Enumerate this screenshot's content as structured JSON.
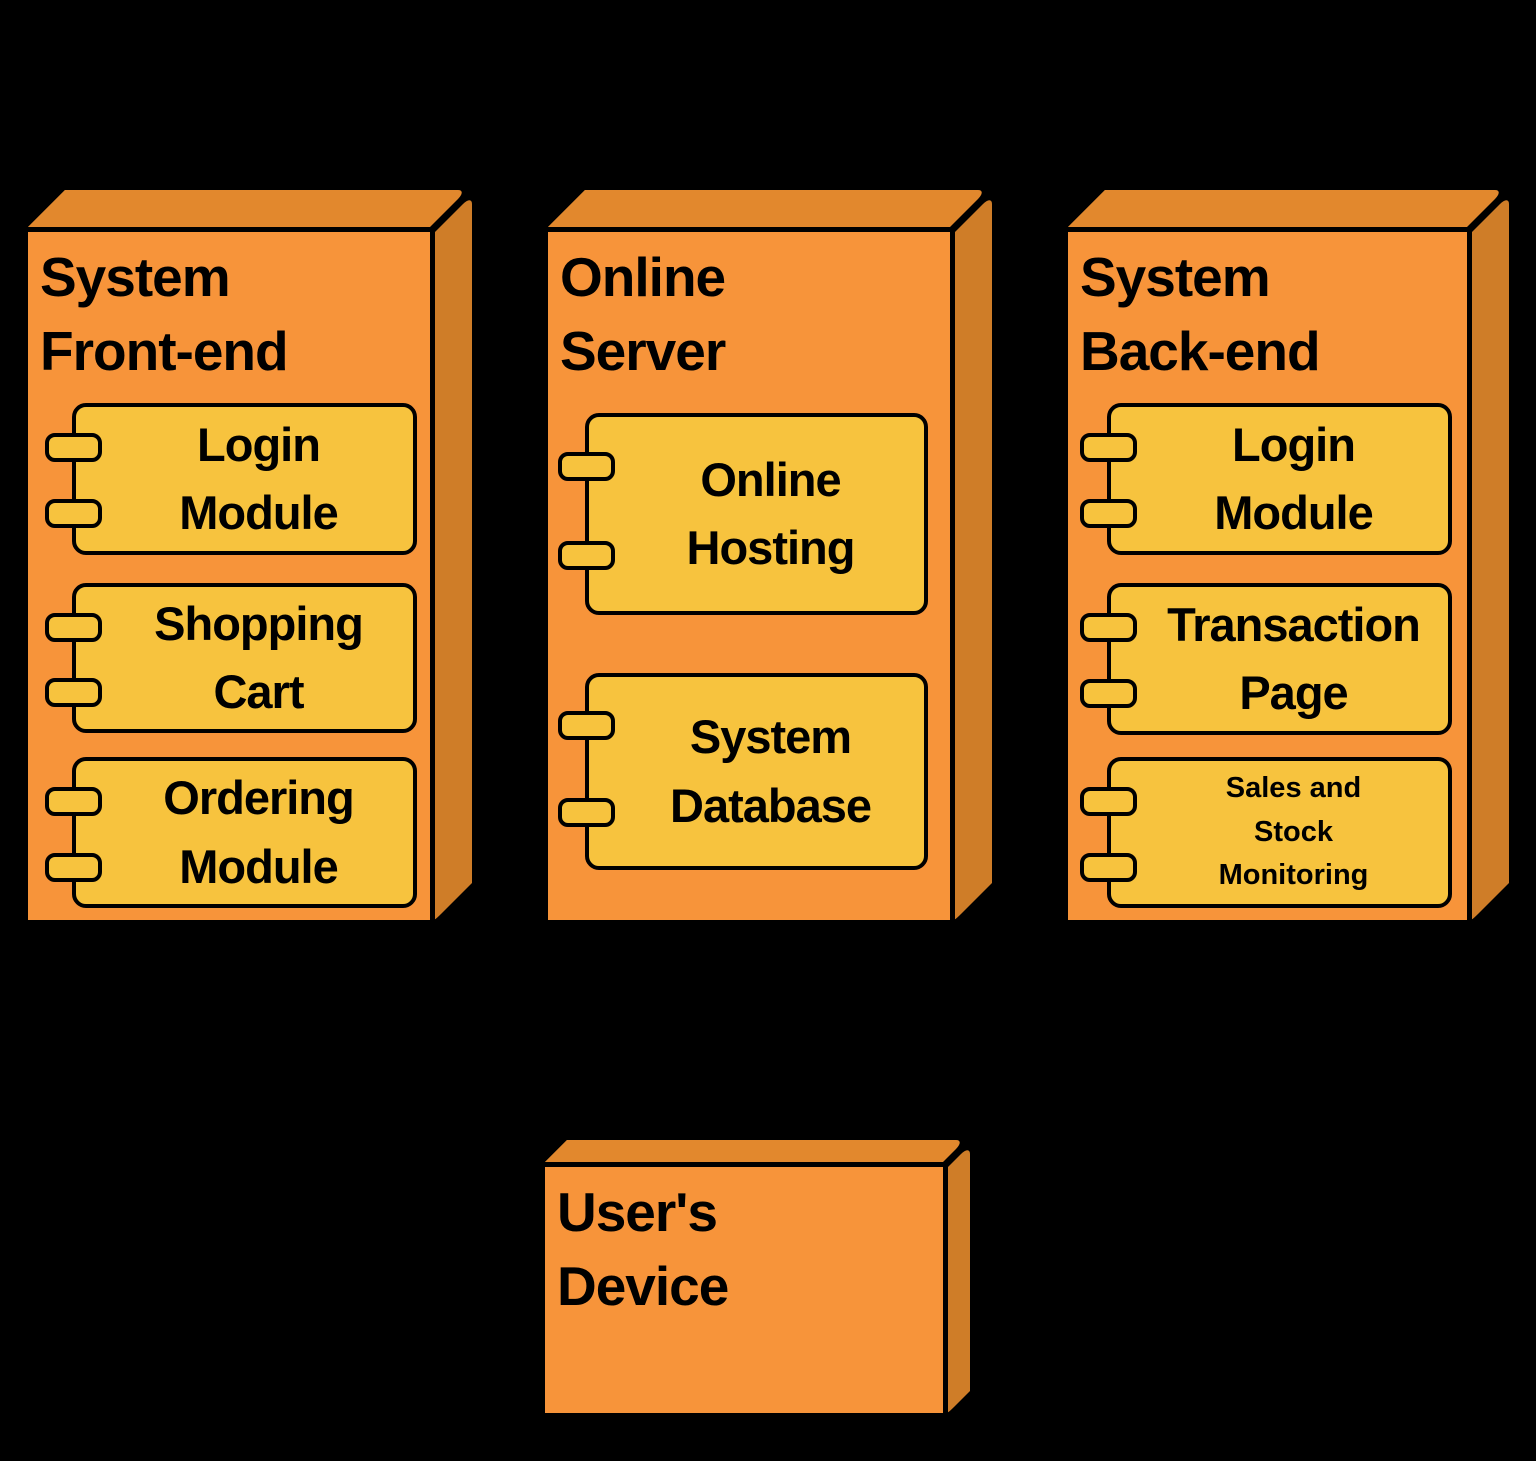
{
  "diagram_type": "uml-deployment-diagram",
  "colors": {
    "bg": "#000000",
    "ink": "#000000",
    "face": "#F7943A",
    "top": "#E2882D",
    "side": "#CF7D28",
    "comp": "#F7C33E"
  },
  "nodes": [
    {
      "title": "System\nFront-end",
      "components": [
        {
          "label": "Login\nModule"
        },
        {
          "label": "Shopping\nCart"
        },
        {
          "label": "Ordering\nModule"
        }
      ]
    },
    {
      "title": "Online\nServer",
      "components": [
        {
          "label": "Online\nHosting"
        },
        {
          "label": "System\nDatabase"
        }
      ]
    },
    {
      "title": "System\nBack-end",
      "components": [
        {
          "label": "Login\nModule"
        },
        {
          "label": "Transaction\nPage"
        },
        {
          "label": "Sales and\nStock\nMonitoring"
        }
      ]
    },
    {
      "title": "User's\nDevice",
      "components": []
    }
  ]
}
